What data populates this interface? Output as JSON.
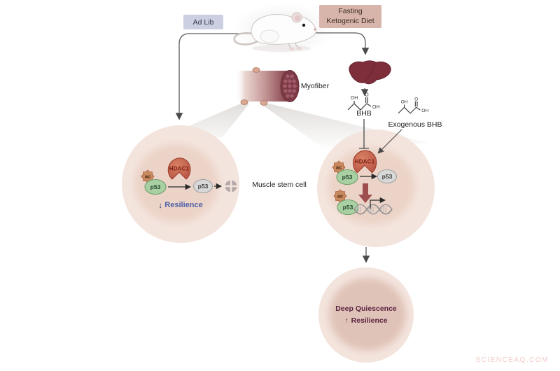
{
  "diet_labels": {
    "ad_lib": "Ad Lib",
    "fasting": "Fasting",
    "ketogenic_diet": "Ketogenic Diet"
  },
  "anatomy": {
    "myofiber": "Myofiber",
    "muscle_stem_cell": "Muscle stem cell"
  },
  "molecules": {
    "bhb": "BHB",
    "exogenous_bhb": "Exogenous BHB",
    "oh": "OH",
    "o": "O"
  },
  "proteins": {
    "hdac1": "HDAC1",
    "p53": "p53",
    "ac": "ac"
  },
  "outcomes": {
    "resilience_down_arrow": "↓",
    "resilience_down": "Resilience",
    "deep_quiescence": "Deep Quiescence",
    "resilience_up_arrow": "↑",
    "resilience_up": "Resilience"
  },
  "watermark": "SCIENCEAQ.COM",
  "colors": {
    "ad_lib_box": "#cbcfe1",
    "fasting_box": "#d7b5aa",
    "cell_outer": "#f3e4dd",
    "cell_nucleus": "#ecd3c7",
    "cell_nucleus_deep": "#e0c3b8",
    "hdac1_fill": "#c66a52",
    "p53_active_fill": "#a9d0a3",
    "p53_inactive_fill": "#d8d8d8",
    "ac_fill": "#c9895f",
    "emphasis_arrow": "#9e4e4e",
    "resilience_text": "#4f61a7",
    "quiescence_text": "#5a2340",
    "liver": "#7d2e3a",
    "watermark_color": "#f2cbc8"
  }
}
